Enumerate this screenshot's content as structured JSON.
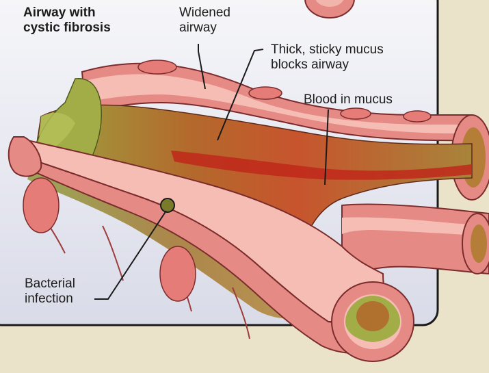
{
  "title": "Airway with\ncystic fibrosis",
  "labels": {
    "widened_airway": "Widened\nairway",
    "thick_mucus": "Thick, sticky mucus\nblocks airway",
    "blood_in_mucus": "Blood in mucus",
    "bacterial_infection": "Bacterial\ninfection"
  },
  "colors": {
    "page_background": "#ebe3c9",
    "panel_background": "#f4f4f8",
    "panel_border": "#1a1a1a",
    "airway_wall_outer": "#e68a86",
    "airway_wall_inner": "#f5bdb4",
    "airway_lumen_mucus": "#c8552f",
    "blood": "#c0281a",
    "infected_mucus": "#9fa84a"
  }
}
